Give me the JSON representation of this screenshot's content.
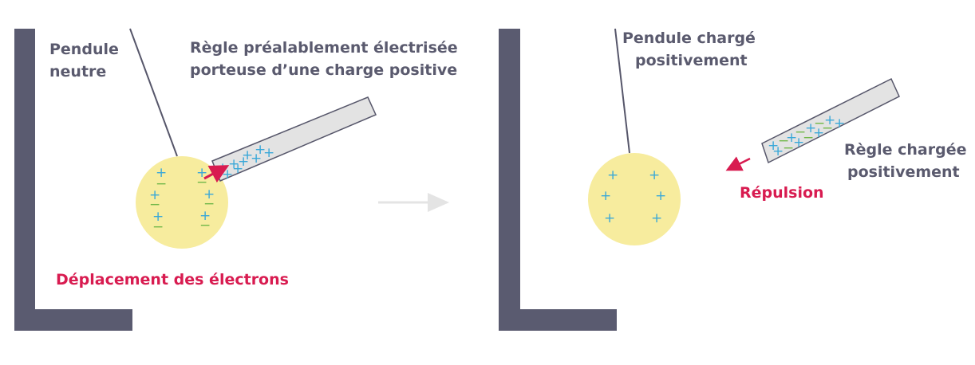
{
  "colors": {
    "stand": "#5a5b70",
    "ball": "#f7ec9e",
    "ruler_fill": "#e3e3e3",
    "ruler_stroke": "#56566a",
    "positive": "#3aa8d8",
    "negative": "#72b84a",
    "highlight": "#d81b50",
    "transition_arrow": "#e4e4e4"
  },
  "symbols": {
    "positive": "+",
    "negative": "−"
  },
  "left": {
    "pendulum_label_line1": "Pendule",
    "pendulum_label_line2": "neutre",
    "ruler_label_line1": "Règle préalablement électrisée",
    "ruler_label_line2": "porteuse d’une charge positive",
    "caption": "Déplacement des électrons"
  },
  "right": {
    "pendulum_label_line1": "Pendule chargé",
    "pendulum_label_line2": "positivement",
    "ruler_label_line1": "Règle chargée",
    "ruler_label_line2": "positivement",
    "caption": "Répulsion"
  },
  "icons": [
    "transition-arrow-icon",
    "electron-shift-arrow-icon",
    "repulsion-arrow-icon"
  ]
}
